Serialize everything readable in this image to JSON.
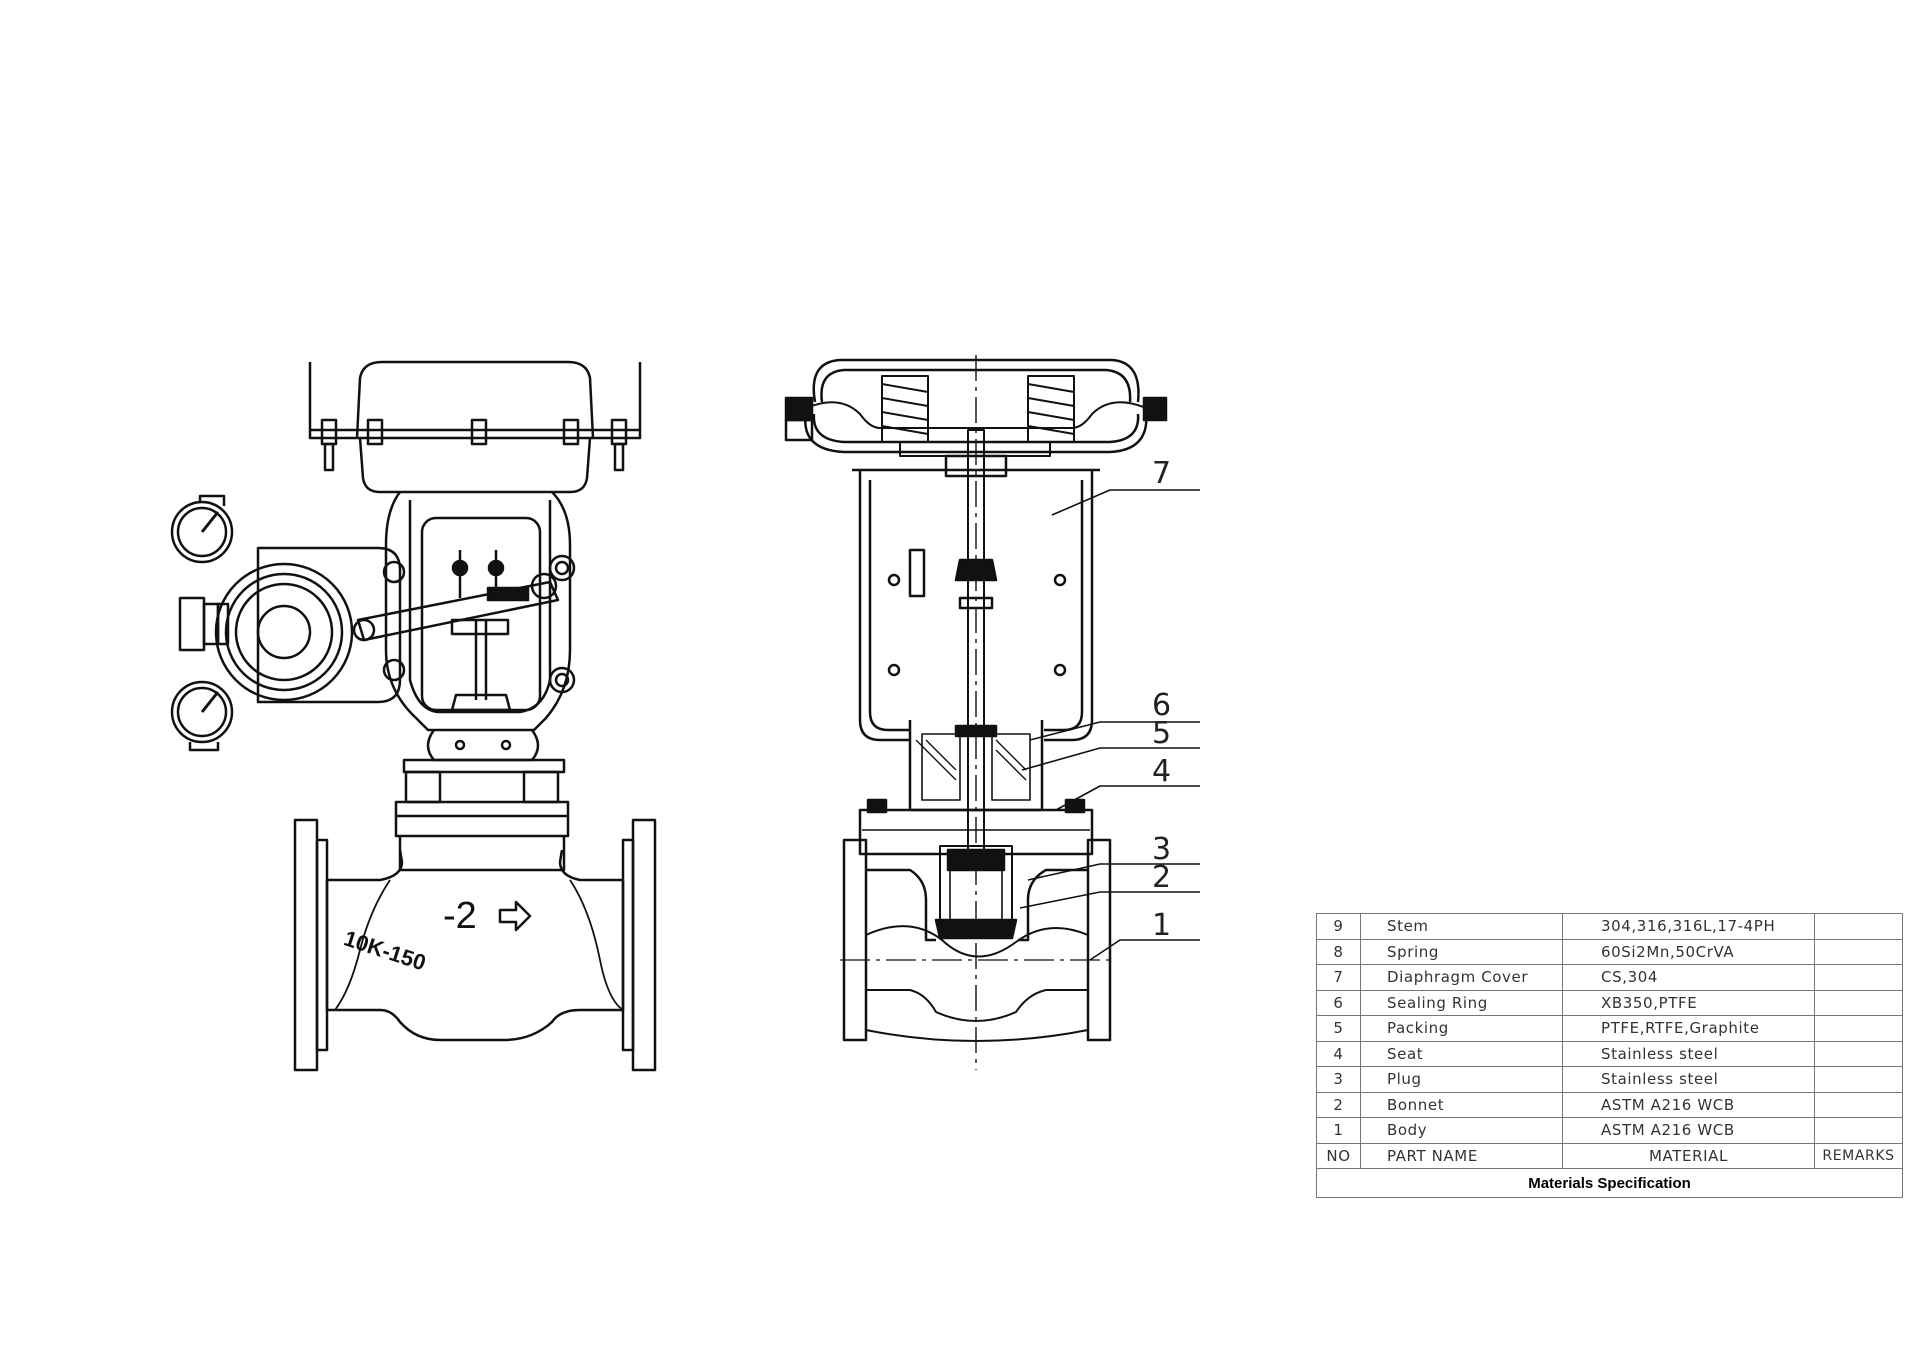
{
  "exterior_view": {
    "body_markings": {
      "rating": "10K-150",
      "flow_mark": "-2"
    }
  },
  "section_view": {
    "callouts": [
      {
        "number": "7"
      },
      {
        "number": "6"
      },
      {
        "number": "5"
      },
      {
        "number": "4"
      },
      {
        "number": "3"
      },
      {
        "number": "2"
      },
      {
        "number": "1"
      }
    ]
  },
  "materials_table": {
    "caption": "Materials Specification",
    "headers": {
      "no": "NO",
      "part_name": "PART  NAME",
      "material": "MATERIAL",
      "remarks": "REMARKS"
    },
    "rows": [
      {
        "no": "9",
        "part": "Stem",
        "material": "304,316,316L,17-4PH",
        "remarks": ""
      },
      {
        "no": "8",
        "part": "Spring",
        "material": "60Si2Mn,50CrVA",
        "remarks": ""
      },
      {
        "no": "7",
        "part": "Diaphragm  Cover",
        "material": "CS,304",
        "remarks": ""
      },
      {
        "no": "6",
        "part": "Sealing  Ring",
        "material": "XB350,PTFE",
        "remarks": ""
      },
      {
        "no": "5",
        "part": "Packing",
        "material": "PTFE,RTFE,Graphite",
        "remarks": ""
      },
      {
        "no": "4",
        "part": "Seat",
        "material": "Stainless  steel",
        "remarks": ""
      },
      {
        "no": "3",
        "part": "Plug",
        "material": "Stainless  steel",
        "remarks": ""
      },
      {
        "no": "2",
        "part": "Bonnet",
        "material": "ASTM  A216  WCB",
        "remarks": ""
      },
      {
        "no": "1",
        "part": "Body",
        "material": "ASTM  A216  WCB",
        "remarks": ""
      }
    ]
  }
}
